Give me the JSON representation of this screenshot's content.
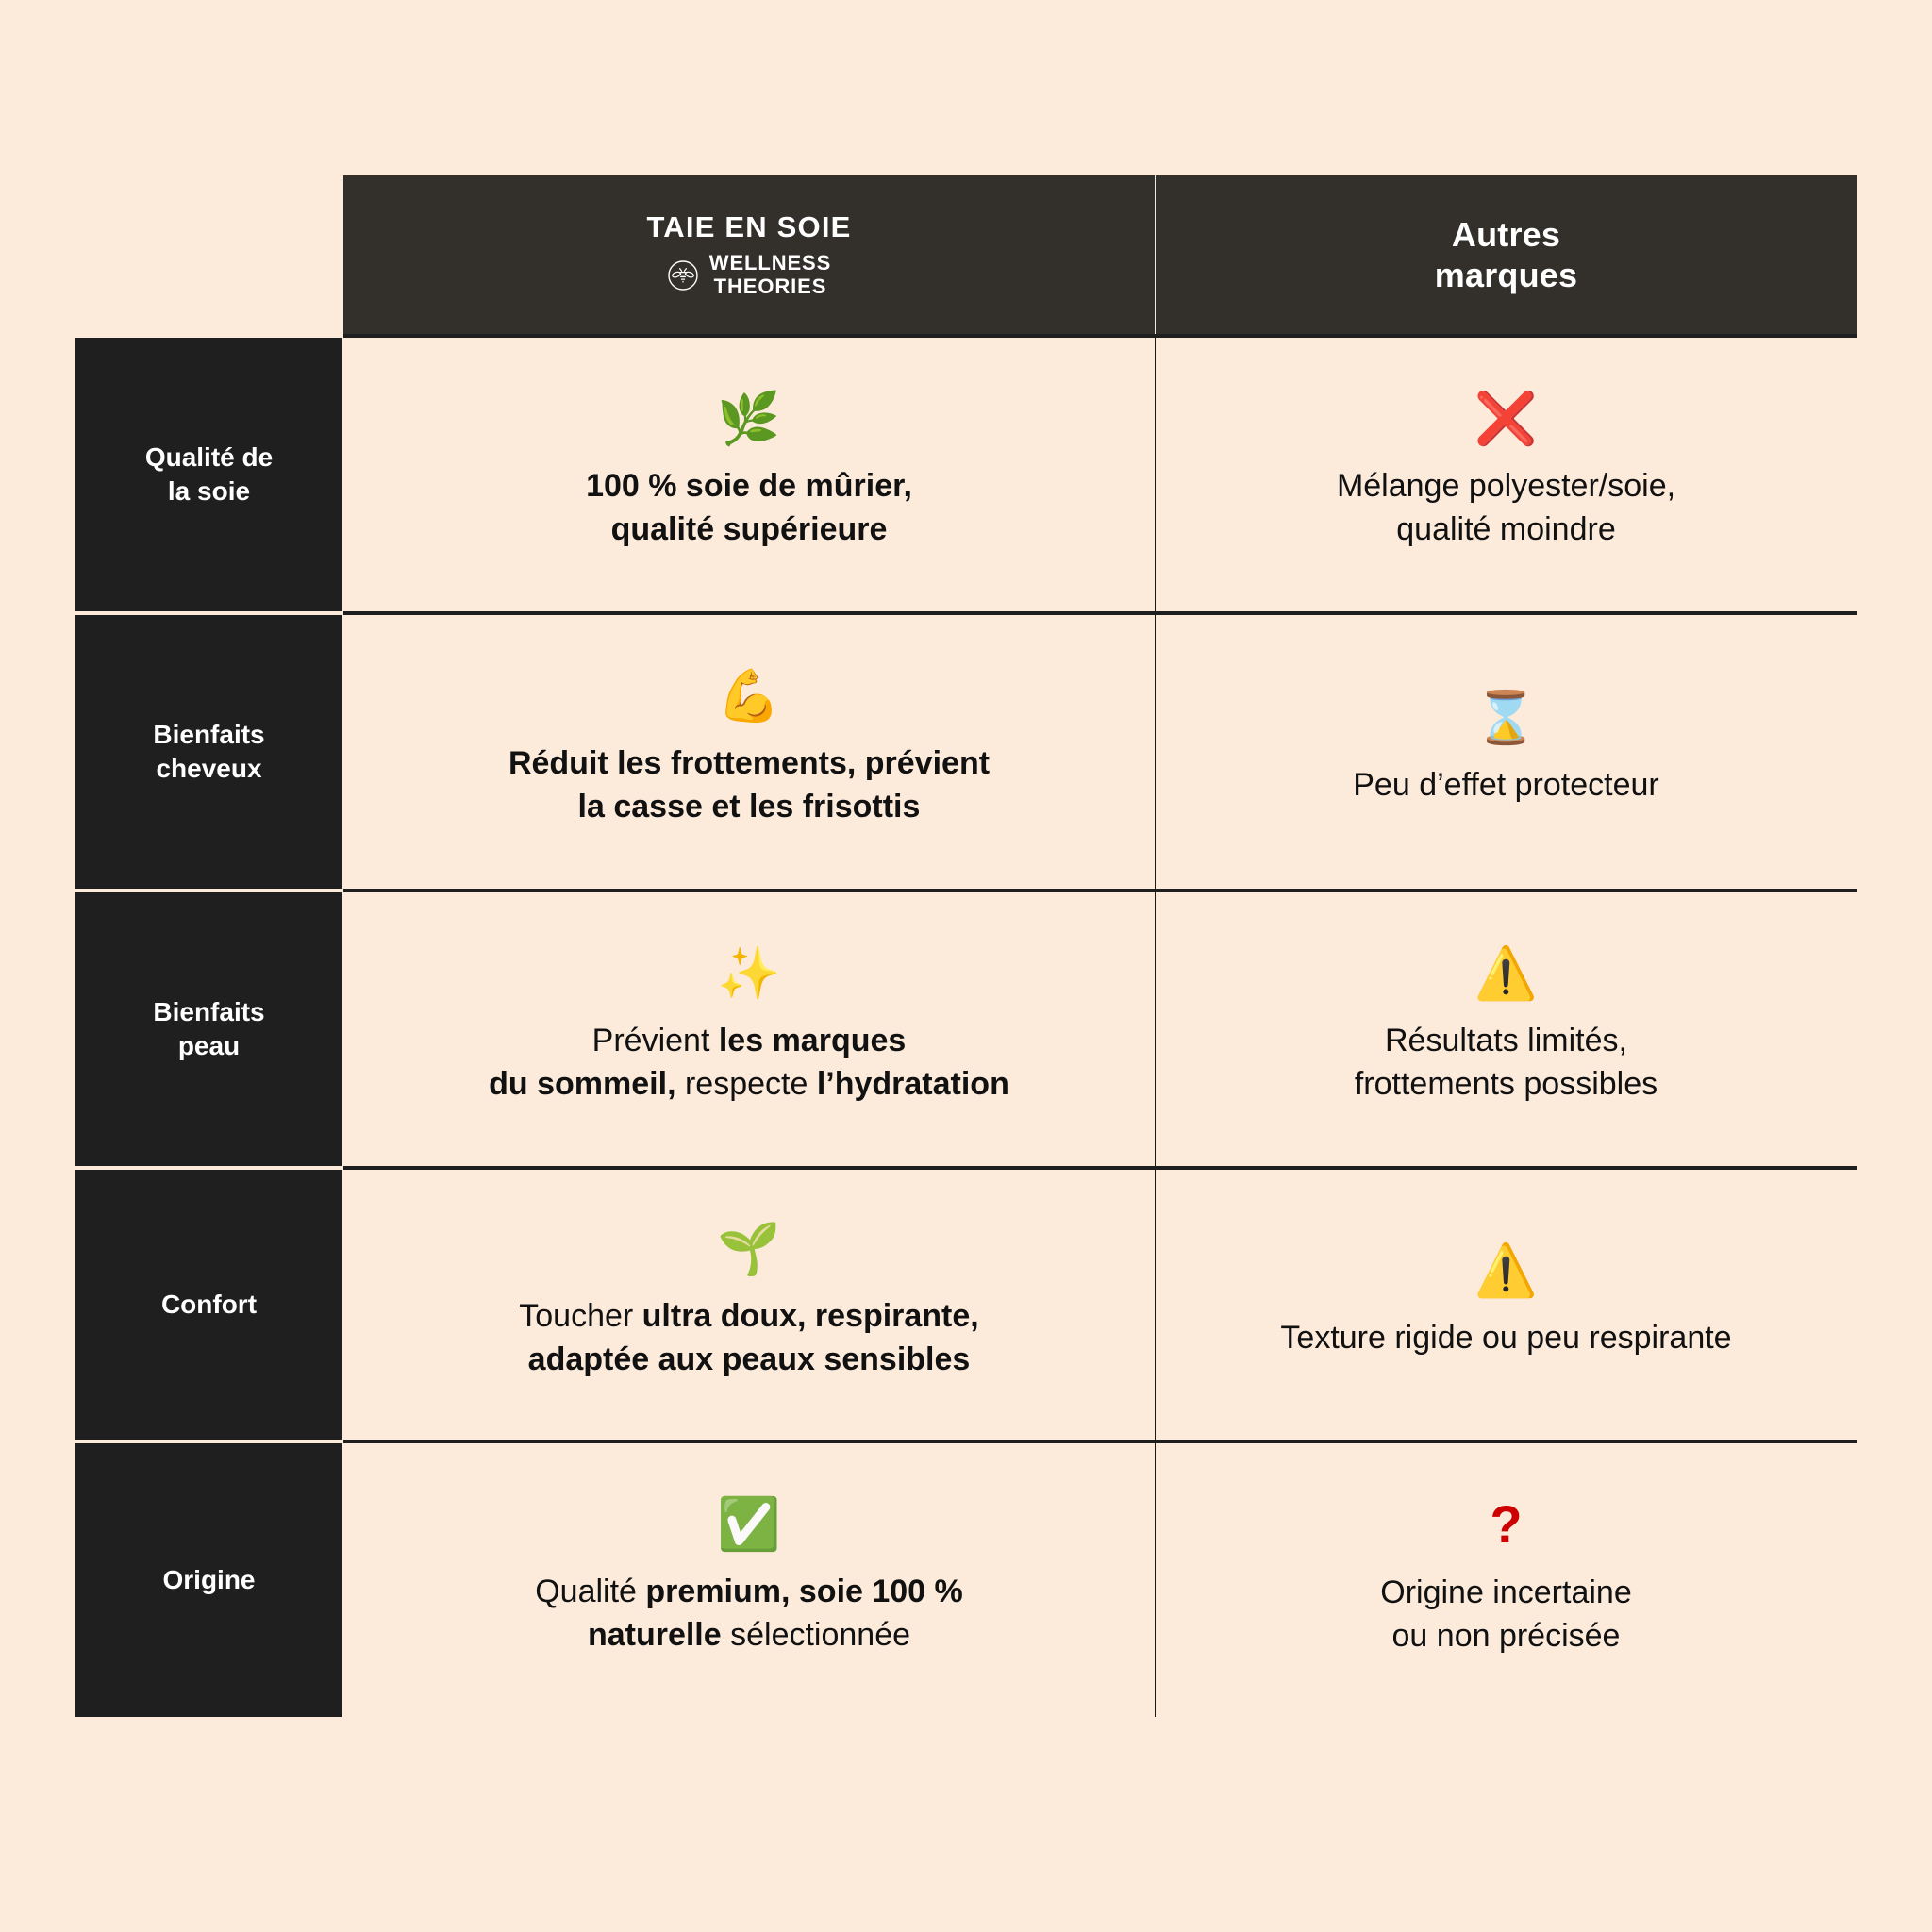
{
  "theme": {
    "page_background": "#fceadb",
    "header_background": "#332f2b",
    "label_background": "#1f1f1f",
    "text_dark": "#111111",
    "text_light": "#ffffff",
    "accent_red": "#d80f15",
    "accent_green": "#38a845",
    "accent_yellow": "#f7c518"
  },
  "header": {
    "brand_title": "TAIE EN SOIE",
    "brand_sub_line1": "WELLNESS",
    "brand_sub_line2": "THEORIES",
    "brand_logo_icon": "bee-in-circle-icon",
    "other_line1": "Autres",
    "other_line2": "marques"
  },
  "rows": [
    {
      "label": "Qualité de\nla soie",
      "label_line1": "Qualité de",
      "label_line2": "la soie",
      "primary": {
        "icon": "herb-leaf-emoji",
        "emoji": "🌿",
        "text_parts": [
          {
            "text": "100 % soie de mûrier,",
            "bold": true
          },
          {
            "text": "qualité supérieure",
            "bold": true
          }
        ],
        "full_text": "100 % soie de mûrier, qualité supérieure"
      },
      "secondary": {
        "icon": "cross-mark-emoji",
        "emoji": "❌",
        "text_parts": [
          {
            "text": "Mélange polyester/soie,",
            "bold": false
          },
          {
            "text": "qualité moindre",
            "bold": false
          }
        ],
        "full_text": "Mélange polyester/soie, qualité moindre"
      }
    },
    {
      "label": "Bienfaits\ncheveux",
      "label_line1": "Bienfaits",
      "label_line2": "cheveux",
      "primary": {
        "icon": "flexed-biceps-emoji",
        "emoji": "💪",
        "text_parts": [
          {
            "text": "Réduit les frottements, prévient",
            "bold": true
          },
          {
            "text": "la casse et les frisottis",
            "bold": true
          }
        ],
        "full_text": "Réduit les frottements, prévient la casse et les frisottis"
      },
      "secondary": {
        "icon": "hourglass-emoji",
        "emoji": "⌛",
        "text_parts": [
          {
            "text": "Peu d’effet protecteur",
            "bold": false
          }
        ],
        "full_text": "Peu d’effet protecteur"
      }
    },
    {
      "label": "Bienfaits\npeau",
      "label_line1": "Bienfaits",
      "label_line2": "peau",
      "primary": {
        "icon": "sparkles-emoji",
        "emoji": "✨",
        "text_parts": [
          {
            "text": "Prévient ",
            "bold": false
          },
          {
            "text": "les marques",
            "bold": true
          },
          {
            "text": "du sommeil,",
            "bold": true
          },
          {
            "text": " respecte ",
            "bold": false
          },
          {
            "text": "l’hydratation",
            "bold": true
          }
        ],
        "full_text": "Prévient les marques du sommeil, respecte l’hydratation"
      },
      "secondary": {
        "icon": "warning-emoji",
        "emoji": "⚠️",
        "text_parts": [
          {
            "text": "Résultats limités,",
            "bold": false
          },
          {
            "text": "frottements possibles",
            "bold": false
          }
        ],
        "full_text": "Résultats limités, frottements possibles"
      }
    },
    {
      "label": "Confort",
      "label_line1": "Confort",
      "label_line2": "",
      "primary": {
        "icon": "seedling-emoji",
        "emoji": "🌱",
        "text_parts": [
          {
            "text": "Toucher ",
            "bold": false
          },
          {
            "text": "ultra doux, respirante,",
            "bold": true
          },
          {
            "text": "adaptée aux peaux sensibles",
            "bold": true
          }
        ],
        "full_text": "Toucher ultra doux, respirante, adaptée aux peaux sensibles"
      },
      "secondary": {
        "icon": "warning-emoji",
        "emoji": "⚠️",
        "text_parts": [
          {
            "text": "Texture rigide ou peu respirante",
            "bold": false
          }
        ],
        "full_text": "Texture rigide ou peu respirante"
      }
    },
    {
      "label": "Origine",
      "label_line1": "Origine",
      "label_line2": "",
      "primary": {
        "icon": "white-check-mark-emoji",
        "emoji": "✅",
        "text_parts": [
          {
            "text": "Qualité ",
            "bold": false
          },
          {
            "text": "premium, soie 100 %",
            "bold": true
          },
          {
            "text": "naturelle",
            "bold": true
          },
          {
            "text": " sélectionnée",
            "bold": false
          }
        ],
        "full_text": "Qualité premium, soie 100 % naturelle sélectionnée"
      },
      "secondary": {
        "icon": "red-question-mark-icon",
        "emoji": "?",
        "text_parts": [
          {
            "text": "Origine incertaine",
            "bold": false
          },
          {
            "text": "ou non précisée",
            "bold": false
          }
        ],
        "full_text": "Origine incertaine ou non précisée"
      }
    }
  ]
}
